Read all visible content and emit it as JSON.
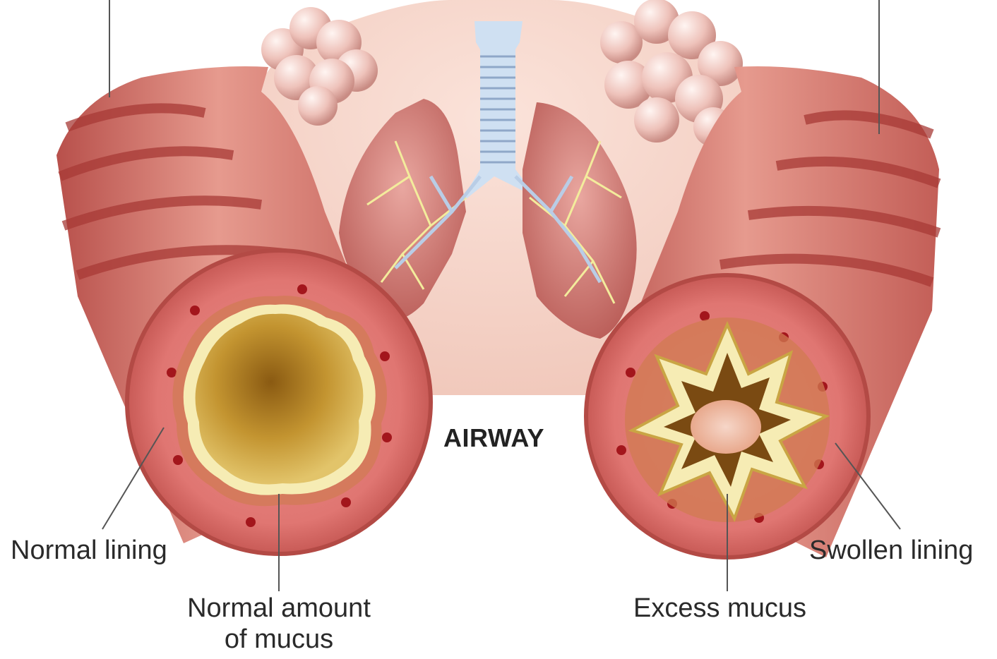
{
  "labels": {
    "airway": "AIRWAY",
    "normal_lining": "Normal lining",
    "normal_mucus_line1": "Normal amount",
    "normal_mucus_line2": "of mucus",
    "swollen_lining": "Swollen lining",
    "excess_mucus": "Excess mucus"
  },
  "colors": {
    "skin": "#f7d7cc",
    "airway_wall": "#d9726c",
    "airway_ring": "#b2433f",
    "lumen_normal": "#c79a3a",
    "lining": "#f4e7b0",
    "mucus": "#f0b9a0",
    "trachea": "#b9cde6",
    "lung": "#b84a4a",
    "alveoli": "#ecc4bd"
  }
}
